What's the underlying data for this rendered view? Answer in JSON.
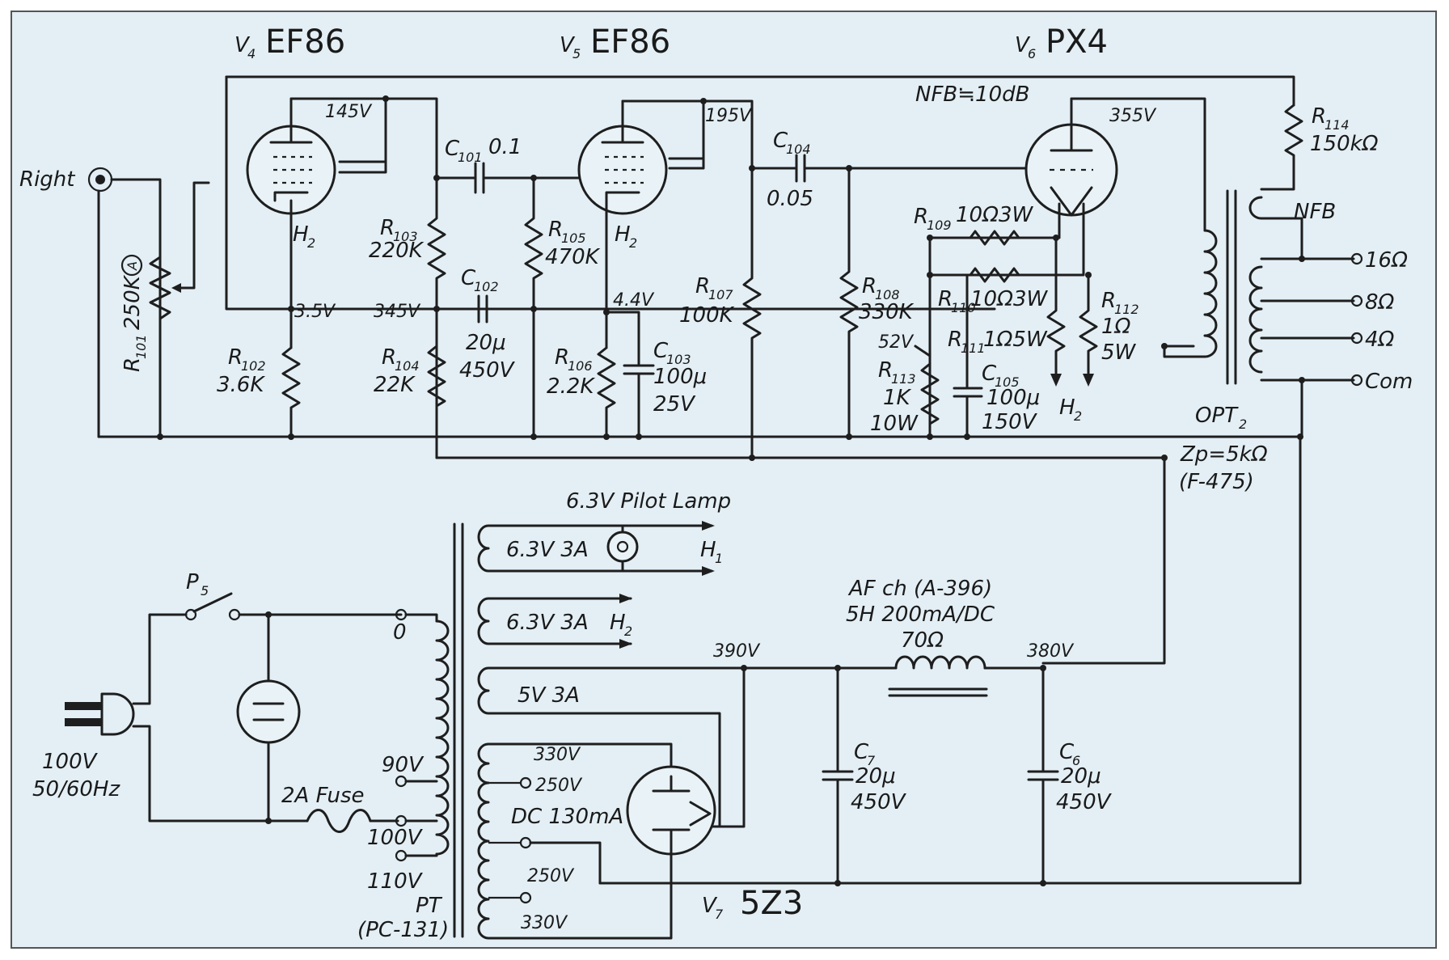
{
  "tubes": {
    "v4": {
      "sym": "V",
      "idx": "4",
      "type": "EF86",
      "heater": "H",
      "heater_idx": "2"
    },
    "v5": {
      "sym": "V",
      "idx": "5",
      "type": "EF86",
      "heater": "H",
      "heater_idx": "2"
    },
    "v6": {
      "sym": "V",
      "idx": "6",
      "type": "PX4"
    },
    "v7": {
      "sym": "V",
      "idx": "7",
      "type": "5Z3"
    }
  },
  "input": {
    "label": "Right"
  },
  "voltages": {
    "v4_plate": "145V",
    "v4_cathode": "3.5V",
    "screen_node": "345V",
    "v5_plate": "195V",
    "v5_cathode": "4.4V",
    "v6_plate": "355V",
    "v6_bias": "52V",
    "rect_out": "390V",
    "choke_out": "380V"
  },
  "nfb_note": "NFB≒10dB",
  "resistors": {
    "r101": {
      "sym": "R",
      "idx": "101",
      "val": "250K",
      "mark": "A"
    },
    "r102": {
      "sym": "R",
      "idx": "102",
      "val": "3.6K"
    },
    "r103": {
      "sym": "R",
      "idx": "103",
      "val": "220K"
    },
    "r104": {
      "sym": "R",
      "idx": "104",
      "val": "22K"
    },
    "r105": {
      "sym": "R",
      "idx": "105",
      "val": "470K"
    },
    "r106": {
      "sym": "R",
      "idx": "106",
      "val": "2.2K"
    },
    "r107": {
      "sym": "R",
      "idx": "107",
      "val": "100K"
    },
    "r108": {
      "sym": "R",
      "idx": "108",
      "val": "330K"
    },
    "r109": {
      "sym": "R",
      "idx": "109",
      "val": "10Ω3W"
    },
    "r110": {
      "sym": "R",
      "idx": "110",
      "val": "10Ω3W"
    },
    "r111": {
      "sym": "R",
      "idx": "111",
      "val": "1Ω5W"
    },
    "r112": {
      "sym": "R",
      "idx": "112",
      "val1": "1Ω",
      "val2": "5W"
    },
    "r113": {
      "sym": "R",
      "idx": "113",
      "val1": "1K",
      "val2": "10W"
    },
    "r114": {
      "sym": "R",
      "idx": "114",
      "val": "150kΩ"
    }
  },
  "capacitors": {
    "c101": {
      "sym": "C",
      "idx": "101",
      "val": "0.1"
    },
    "c102": {
      "sym": "C",
      "idx": "102",
      "val1": "20μ",
      "val2": "450V"
    },
    "c103": {
      "sym": "C",
      "idx": "103",
      "val1": "100μ",
      "val2": "25V"
    },
    "c104": {
      "sym": "C",
      "idx": "104",
      "val": "0.05"
    },
    "c105": {
      "sym": "C",
      "idx": "105",
      "val1": "100μ",
      "val2": "150V"
    },
    "c6": {
      "sym": "C",
      "idx": "6",
      "val1": "20μ",
      "val2": "450V"
    },
    "c7": {
      "sym": "C",
      "idx": "7",
      "val1": "20μ",
      "val2": "450V"
    }
  },
  "opt": {
    "nfb": "NFB",
    "taps": [
      "16Ω",
      "8Ω",
      "4Ω",
      "Com"
    ],
    "name": "OPT",
    "name_idx": "2",
    "zp": "Zp=5kΩ",
    "model": "(F-475)"
  },
  "pilot_lamp": "6.3V Pilot Lamp",
  "power_transformer": {
    "name": "PT",
    "model": "(PC-131)",
    "primary_taps": [
      "0",
      "90V",
      "100V",
      "110V"
    ],
    "heater1": "6.3V 3A",
    "heater1_out": "H",
    "heater1_idx": "1",
    "heater2": "6.3V 3A",
    "heater2_out": "H",
    "heater2_idx": "2",
    "rect_heater": "5V 3A",
    "hv_taps": [
      "330V",
      "250V",
      "250V",
      "330V"
    ],
    "hv_current": "DC 130mA"
  },
  "choke": {
    "line1": "AF ch (A-396)",
    "line2": "5H 200mA/DC",
    "dcr": "70Ω"
  },
  "mains": {
    "switch": "P",
    "switch_idx": "5",
    "fuse": "2A Fuse",
    "voltage": "100V",
    "freq": "50/60Hz"
  }
}
